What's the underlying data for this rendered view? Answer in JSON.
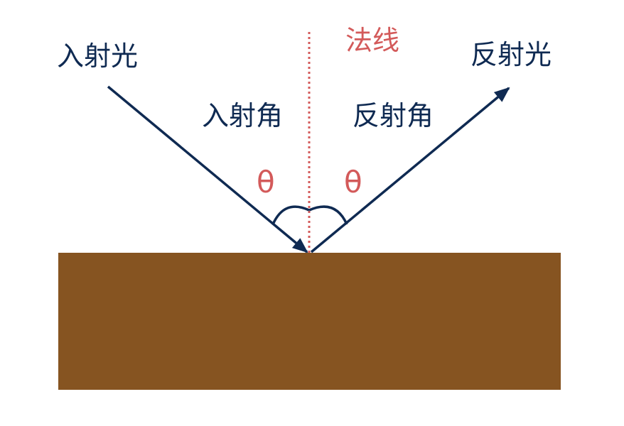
{
  "labels": {
    "incident_ray": "入射光",
    "normal": "法线",
    "reflected_ray": "反射光",
    "incident_angle": "入射角",
    "reflected_angle": "反射角",
    "theta_left": "θ",
    "theta_right": "θ"
  },
  "colors": {
    "ray": "#0f2a52",
    "normal": "#d35a5a",
    "surface": "#865421"
  }
}
